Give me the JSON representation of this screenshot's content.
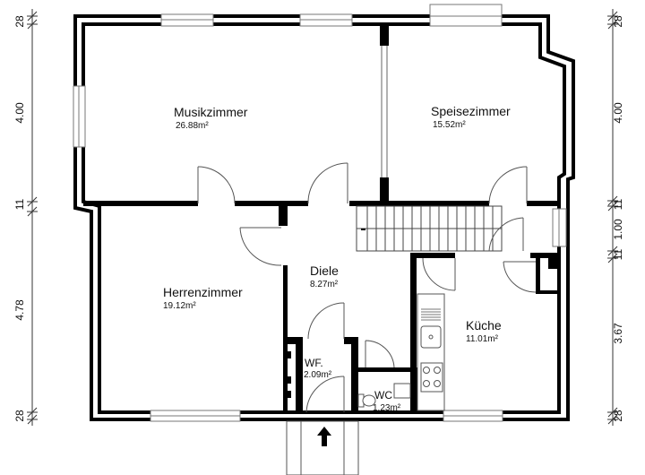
{
  "rooms": [
    {
      "name": "Musikzimmer",
      "area": "26.88m²"
    },
    {
      "name": "Speisezimmer",
      "area": "15.52m²"
    },
    {
      "name": "Herrenzimmer",
      "area": "19.12m²"
    },
    {
      "name": "Diele",
      "area": "8.27m²"
    },
    {
      "name": "Küche",
      "area": "11.01m²"
    },
    {
      "name": "WF.",
      "area": "2.09m²"
    },
    {
      "name": "WC",
      "area": "1.23m²"
    }
  ],
  "dimensions": {
    "left": [
      "28",
      "4.00",
      "11",
      "4.78",
      "28"
    ],
    "right": [
      "28",
      "4.00",
      "11",
      "1.00",
      "11",
      "3.67",
      "28"
    ]
  },
  "colors": {
    "wall": "#000000",
    "line": "#555555",
    "background": "#ffffff"
  }
}
